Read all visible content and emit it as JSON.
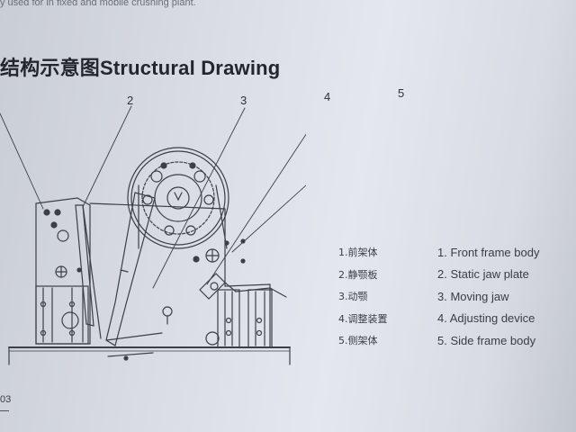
{
  "header": {
    "top_text": "y used for in fixed and mobile crushing plant.",
    "title": "结构示意图Structural Drawing"
  },
  "diagram": {
    "callouts": [
      "2",
      "3",
      "4",
      "5"
    ]
  },
  "legend": {
    "items": [
      {
        "cn": "1.前架体",
        "en": "1. Front frame body"
      },
      {
        "cn": "2.静颚板",
        "en": "2. Static jaw plate"
      },
      {
        "cn": "3.动颚",
        "en": "3. Moving jaw"
      },
      {
        "cn": "4.调整装置",
        "en": "4. Adjusting device"
      },
      {
        "cn": "5.侧架体",
        "en": "5. Side frame body"
      }
    ]
  },
  "footer": {
    "page_number": "03"
  }
}
